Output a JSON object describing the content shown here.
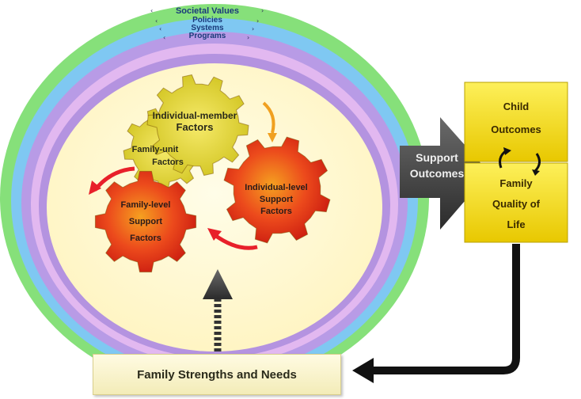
{
  "rings": {
    "outer_1": "Societal Values",
    "outer_2": "Policies",
    "outer_3": "Systems",
    "outer_4": "Programs"
  },
  "gears": {
    "individual_member": [
      "Individual-member",
      "Factors"
    ],
    "family_unit": [
      "Family-unit",
      "Factors"
    ],
    "individual_level": [
      "Individual-level",
      "Support",
      "Factors"
    ],
    "family_level": [
      "Family-level",
      "Support",
      "Factors"
    ]
  },
  "arrow_label": [
    "Support",
    "Outcomes"
  ],
  "outcomes": {
    "child": [
      "Child",
      "Outcomes"
    ],
    "family": [
      "Family",
      "Quality of",
      "Life"
    ]
  },
  "strengths_box": "Family Strengths and Needs",
  "colors": {
    "ring_green": "#86e07a",
    "ring_blue": "#7fc8f2",
    "ring_lilac": "#b89be6",
    "ring_pink": "#e2b8f0",
    "interior": "#fffbd8",
    "gear_yellow": "#e8d430",
    "gear_red": "#e0201a",
    "outcome_box": "#f7e21a",
    "arrow_dark": "#3c3c3c"
  }
}
